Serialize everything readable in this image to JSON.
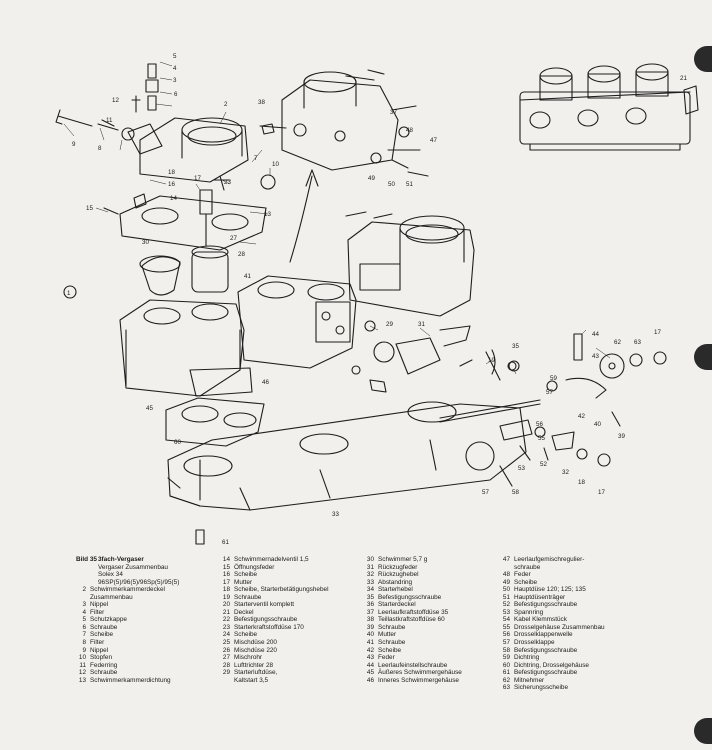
{
  "legend": {
    "caption_number": "Bild 35",
    "caption_title": "3fach-Vergaser",
    "intro_lines": [
      "Vergaser Zusammenbau",
      "Solex 34",
      "96SP(5)/96(5)/96Sp(5)/95(5)"
    ],
    "col1": [
      {
        "n": "2",
        "t": "Schwimmerkammerdeckel"
      },
      {
        "n": "",
        "t": "Zusammenbau"
      },
      {
        "n": "3",
        "t": "Nippel"
      },
      {
        "n": "4",
        "t": "Filter"
      },
      {
        "n": "5",
        "t": "Schutzkappe"
      },
      {
        "n": "6",
        "t": "Schraube"
      },
      {
        "n": "7",
        "t": "Scheibe"
      },
      {
        "n": "8",
        "t": "Filter"
      },
      {
        "n": "9",
        "t": "Nippel"
      },
      {
        "n": "10",
        "t": "Stopfen"
      },
      {
        "n": "11",
        "t": "Federring"
      },
      {
        "n": "12",
        "t": "Schraube"
      },
      {
        "n": "13",
        "t": "Schwimmerkammerdichtung"
      }
    ],
    "col2": [
      {
        "n": "14",
        "t": "Schwimmernadelventil 1,5"
      },
      {
        "n": "15",
        "t": "Öffnungsfeder"
      },
      {
        "n": "16",
        "t": "Scheibe"
      },
      {
        "n": "17",
        "t": "Mutter"
      },
      {
        "n": "18",
        "t": "Scheibe, Starterbetätigungshebel"
      },
      {
        "n": "19",
        "t": "Schraube"
      },
      {
        "n": "20",
        "t": "Starterventil komplett"
      },
      {
        "n": "21",
        "t": "Deckel"
      },
      {
        "n": "22",
        "t": "Befestigungsschraube"
      },
      {
        "n": "23",
        "t": "Starterkraftstoffdüse 170"
      },
      {
        "n": "24",
        "t": "Scheibe"
      },
      {
        "n": "25",
        "t": "Mischdüse 200"
      },
      {
        "n": "26",
        "t": "Mischdüse 220"
      },
      {
        "n": "27",
        "t": "Mischrohr"
      },
      {
        "n": "28",
        "t": "Lufttrichter 28"
      },
      {
        "n": "29",
        "t": "Starterluftdüse,"
      },
      {
        "n": "",
        "t": "Kaltstart 3,5"
      }
    ],
    "col3": [
      {
        "n": "30",
        "t": "Schwimmer 5,7 g"
      },
      {
        "n": "31",
        "t": "Rückzugfeder"
      },
      {
        "n": "32",
        "t": "Rückzughebel"
      },
      {
        "n": "33",
        "t": "Abstandring"
      },
      {
        "n": "34",
        "t": "Starterhebel"
      },
      {
        "n": "35",
        "t": "Befestigungsschraube"
      },
      {
        "n": "36",
        "t": "Starterdeckel"
      },
      {
        "n": "37",
        "t": "Leerlaufkraftstoffdüse 35"
      },
      {
        "n": "38",
        "t": "Teillastkraftstoffdüse 60"
      },
      {
        "n": "39",
        "t": "Schraube"
      },
      {
        "n": "40",
        "t": "Mutter"
      },
      {
        "n": "41",
        "t": "Schraube"
      },
      {
        "n": "42",
        "t": "Scheibe"
      },
      {
        "n": "43",
        "t": "Feder"
      },
      {
        "n": "44",
        "t": "Leerlaufeinstellschraube"
      },
      {
        "n": "45",
        "t": "Äußeres Schwimmergehäuse"
      },
      {
        "n": "46",
        "t": "Inneres Schwimmergehäuse"
      }
    ],
    "col4": [
      {
        "n": "47",
        "t": "Leerlaufgemischregulier-"
      },
      {
        "n": "",
        "t": "schraube"
      },
      {
        "n": "48",
        "t": "Feder"
      },
      {
        "n": "49",
        "t": "Scheibe"
      },
      {
        "n": "50",
        "t": "Hauptdüse 120; 125; 135"
      },
      {
        "n": "51",
        "t": "Hauptdüsenträger"
      },
      {
        "n": "52",
        "t": "Befestigungsschraube"
      },
      {
        "n": "53",
        "t": "Spannring"
      },
      {
        "n": "54",
        "t": "Kabel Klemmstück"
      },
      {
        "n": "55",
        "t": "Drosselgehäuse Zusammenbau"
      },
      {
        "n": "56",
        "t": "Drosselklappenwelle"
      },
      {
        "n": "57",
        "t": "Drosselklappe"
      },
      {
        "n": "58",
        "t": "Befestigungsschraube"
      },
      {
        "n": "59",
        "t": "Dichtring"
      },
      {
        "n": "60",
        "t": "Dichtring, Drosselgehäuse"
      },
      {
        "n": "61",
        "t": "Befestigungsschraube"
      },
      {
        "n": "62",
        "t": "Mitnehmer"
      },
      {
        "n": "63",
        "t": "Sicherungsscheibe"
      }
    ]
  },
  "callouts": [
    {
      "id": "c2",
      "label": "2"
    },
    {
      "id": "c3",
      "label": "3"
    },
    {
      "id": "c4",
      "label": "4"
    },
    {
      "id": "c5",
      "label": "5"
    },
    {
      "id": "c6",
      "label": "6"
    },
    {
      "id": "c7",
      "label": "7"
    },
    {
      "id": "c8",
      "label": "8"
    },
    {
      "id": "c9",
      "label": "9"
    },
    {
      "id": "c10",
      "label": "10"
    },
    {
      "id": "c11",
      "label": "11"
    },
    {
      "id": "c12",
      "label": "12"
    },
    {
      "id": "c13",
      "label": "13"
    },
    {
      "id": "c14",
      "label": "14"
    },
    {
      "id": "c15",
      "label": "15"
    },
    {
      "id": "c16",
      "label": "16"
    },
    {
      "id": "c17",
      "label": "17"
    },
    {
      "id": "c17b",
      "label": "17"
    },
    {
      "id": "c17c",
      "label": "17"
    },
    {
      "id": "c18",
      "label": "18"
    },
    {
      "id": "c18b",
      "label": "18"
    },
    {
      "id": "c19",
      "label": "19"
    },
    {
      "id": "c21",
      "label": "21"
    },
    {
      "id": "c23",
      "label": "23"
    },
    {
      "id": "c27",
      "label": "27"
    },
    {
      "id": "c28",
      "label": "28"
    },
    {
      "id": "c29",
      "label": "29"
    },
    {
      "id": "c30",
      "label": "30"
    },
    {
      "id": "c31",
      "label": "31"
    },
    {
      "id": "c32",
      "label": "32"
    },
    {
      "id": "c33",
      "label": "33"
    },
    {
      "id": "c35",
      "label": "35"
    },
    {
      "id": "c37",
      "label": "37"
    },
    {
      "id": "c38",
      "label": "38"
    },
    {
      "id": "c39",
      "label": "39"
    },
    {
      "id": "c40",
      "label": "40"
    },
    {
      "id": "c41",
      "label": "41"
    },
    {
      "id": "c42",
      "label": "42"
    },
    {
      "id": "c43",
      "label": "43"
    },
    {
      "id": "c44",
      "label": "44"
    },
    {
      "id": "c45",
      "label": "45"
    },
    {
      "id": "c46",
      "label": "46"
    },
    {
      "id": "c47",
      "label": "47"
    },
    {
      "id": "c48",
      "label": "48"
    },
    {
      "id": "c49",
      "label": "49"
    },
    {
      "id": "c50",
      "label": "50"
    },
    {
      "id": "c51",
      "label": "51"
    },
    {
      "id": "c52",
      "label": "52"
    },
    {
      "id": "c53",
      "label": "53"
    },
    {
      "id": "c55",
      "label": "55"
    },
    {
      "id": "c56",
      "label": "56"
    },
    {
      "id": "c57",
      "label": "57"
    },
    {
      "id": "c57b",
      "label": "57"
    },
    {
      "id": "c58",
      "label": "58"
    },
    {
      "id": "c59",
      "label": "59"
    },
    {
      "id": "c60",
      "label": "60"
    },
    {
      "id": "c61",
      "label": "61"
    },
    {
      "id": "c62",
      "label": "62"
    },
    {
      "id": "c63",
      "label": "63"
    },
    {
      "id": "c1",
      "label": "1"
    }
  ]
}
